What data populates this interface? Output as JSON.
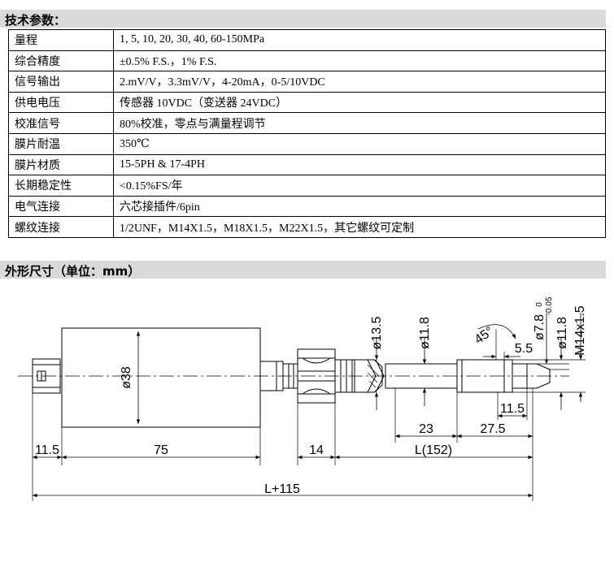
{
  "spec_section": {
    "title": "技术参数："
  },
  "specs": [
    {
      "label": "量程",
      "value": "1, 5, 10, 20, 30, 40, 60-150MPa"
    },
    {
      "label": "综合精度",
      "value": "±0.5% F.S.，1% F.S."
    },
    {
      "label": "信号输出",
      "value": "2.mV/V，3.3mV/V，4-20mA，0-5/10VDC"
    },
    {
      "label": "供电电压",
      "value": "传感器 10VDC（变送器 24VDC）"
    },
    {
      "label": "校准信号",
      "value": "80%校准，零点与满量程调节"
    },
    {
      "label": "膜片耐温",
      "value": "350℃"
    },
    {
      "label": "膜片材质",
      "value": "15-5PH & 17-4PH"
    },
    {
      "label": "长期稳定性",
      "value": "<0.15%FS/年"
    },
    {
      "label": "电气连接",
      "value": "六芯接插件/6pin"
    },
    {
      "label": "螺纹连接",
      "value": "1/2UNF，M14X1.5，M18X1.5，M22X1.5，其它螺纹可定制"
    }
  ],
  "dimension_section": {
    "title": "外形尺寸（单位：mm）"
  },
  "drawing": {
    "dim_11_5_left": "11.5",
    "dim_75": "75",
    "dim_14": "14",
    "dim_L152": "L(152)",
    "dim_L115": "L+115",
    "dim_23": "23",
    "dim_27_5": "27.5",
    "dim_11_5_tip": "11.5",
    "dim_5_5": "5.5",
    "angle_45": "45°",
    "dia_38": "ø38",
    "dia_13_5": "ø13.5",
    "dia_11_8_a": "ø11.8",
    "dia_7_8": "ø7.8",
    "tol_upper": "0",
    "tol_lower": "-0.05",
    "dia_11_8_b": "ø11.8",
    "thread_m14": "M14x1.5"
  }
}
